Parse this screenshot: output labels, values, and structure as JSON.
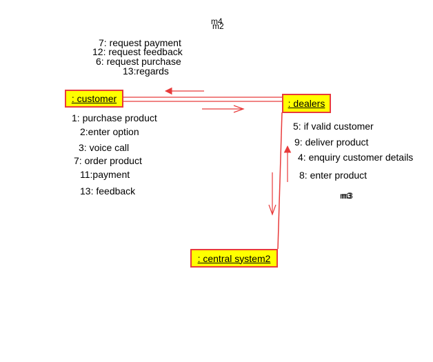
{
  "nodes": {
    "customer": ": customer",
    "dealers": ": dealers",
    "central": ": central system2"
  },
  "tags": {
    "m4": "m4",
    "m2": "m2",
    "m3a": "m3",
    "m3b": "m3"
  },
  "messages": {
    "dealer_to_customer": [
      "7: request payment",
      "12: request feedback",
      "6: request purchase",
      "13:regards"
    ],
    "customer_to_dealer": [
      "1: purchase product",
      "2:enter option",
      "3: voice call",
      "7: order product",
      "11:payment",
      "13: feedback"
    ],
    "dealer_central": [
      "5: if valid customer",
      "9: deliver product",
      "4: enquiry customer details",
      "8: enter product"
    ]
  },
  "colors": {
    "line": "#e83a3a",
    "node_fill": "#ffff00"
  }
}
